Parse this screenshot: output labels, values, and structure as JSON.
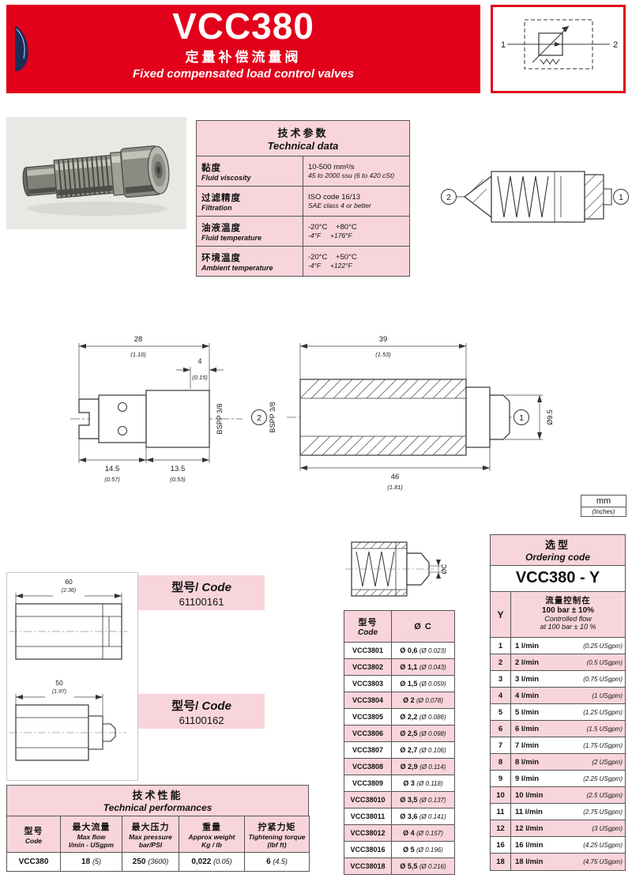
{
  "header": {
    "title": "VCC380",
    "subtitle_cn": "定量补偿流量阀",
    "subtitle_en": "Fixed compensated load control valves"
  },
  "symbol": {
    "port_left": "1",
    "port_right": "2"
  },
  "section_view": {
    "port_left": "2",
    "port_right": "1"
  },
  "technical_data": {
    "title_cn": "技术参数",
    "title_en": "Technical data",
    "rows": [
      {
        "label_cn": "黏度",
        "label_en": "Fluid viscosity",
        "line1": "10-500 mm²/s",
        "line2": "45 to 2000 ssu (6 to 420 cSt)"
      },
      {
        "label_cn": "过滤精度",
        "label_en": "Filtration",
        "line1": "ISO code 16/13",
        "line2": "SAE class 4 or better"
      },
      {
        "label_cn": "油液温度",
        "label_en": "Fluid temperature",
        "line1": "-20°C    +80°C",
        "line2": "-4°F     +176°F"
      },
      {
        "label_cn": "环境温度",
        "label_en": "Ambient temperature",
        "line1": "-20°C    +50°C",
        "line2": "-4°F     +122°F"
      }
    ]
  },
  "drawing_left": {
    "width_mm": "28",
    "width_in": "(1.10)",
    "step_mm": "4",
    "step_in": "(0.15)",
    "thread": "BSPP 3/8",
    "len1_mm": "14.5",
    "len1_in": "(0.57)",
    "len2_mm": "13.5",
    "len2_in": "(0.53)"
  },
  "drawing_right": {
    "thread_len_mm": "39",
    "thread_len_in": "(1.53)",
    "thread": "BSPP 3/8",
    "total_mm": "46",
    "total_in": "(1.81)",
    "diameter": "Ø9.5",
    "port_left": "2",
    "port_right": "1"
  },
  "units": {
    "mm": "mm",
    "inches": "(Inches)"
  },
  "sleeves": [
    {
      "dim_mm": "60",
      "dim_in": "(2.36)",
      "label_cn": "型号/",
      "label_en": " Code",
      "code": "61100161"
    },
    {
      "dim_mm": "50",
      "dim_in": "(1.97)",
      "label_cn": "型号/",
      "label_en": " Code",
      "code": "61100162"
    }
  ],
  "orifice_section": {
    "dia_label": "ØC"
  },
  "code_table": {
    "col1_cn": "型号",
    "col1_en": "Code",
    "col2": "Ø C",
    "rows": [
      {
        "code": "VCC3801",
        "dia": "Ø 0,6",
        "dia_in": "(Ø 0.023)"
      },
      {
        "code": "VCC3802",
        "dia": "Ø 1,1",
        "dia_in": "(Ø 0.043)"
      },
      {
        "code": "VCC3803",
        "dia": "Ø 1,5",
        "dia_in": "(Ø 0.059)"
      },
      {
        "code": "VCC3804",
        "dia": "Ø 2",
        "dia_in": "(Ø 0.078)"
      },
      {
        "code": "VCC3805",
        "dia": "Ø 2,2",
        "dia_in": "(Ø 0.086)"
      },
      {
        "code": "VCC3806",
        "dia": "Ø 2,5",
        "dia_in": "(Ø 0.098)"
      },
      {
        "code": "VCC3807",
        "dia": "Ø 2,7",
        "dia_in": "(Ø 0.106)"
      },
      {
        "code": "VCC3808",
        "dia": "Ø 2,9",
        "dia_in": "(Ø 0.114)"
      },
      {
        "code": "VCC3809",
        "dia": "Ø 3",
        "dia_in": "(Ø 0.118)"
      },
      {
        "code": "VCC38010",
        "dia": "Ø 3,5",
        "dia_in": "(Ø 0.137)"
      },
      {
        "code": "VCC38011",
        "dia": "Ø 3,6",
        "dia_in": "(Ø 0.141)"
      },
      {
        "code": "VCC38012",
        "dia": "Ø 4",
        "dia_in": "(Ø 0.157)"
      },
      {
        "code": "VCC38016",
        "dia": "Ø 5",
        "dia_in": "(Ø 0.196)"
      },
      {
        "code": "VCC38018",
        "dia": "Ø 5,5",
        "dia_in": "(Ø 0.216)"
      }
    ]
  },
  "ordering": {
    "title_cn": "选型",
    "title_en": "Ordering code",
    "model": "VCC380 - Y",
    "col_y": "Y",
    "col_flow_cn": "流量控制在",
    "col_flow_cond": "100 bar ± 10%",
    "col_flow_en1": "Controlled flow",
    "col_flow_en2": "at 100 bar ± 10 %",
    "rows": [
      {
        "y": "1",
        "flow": "1 l/min",
        "usgpm": "(0.25 USgpm)"
      },
      {
        "y": "2",
        "flow": "2 l/min",
        "usgpm": "(0.5 USgpm)"
      },
      {
        "y": "3",
        "flow": "3 l/min",
        "usgpm": "(0.75 USgpm)"
      },
      {
        "y": "4",
        "flow": "4 l/min",
        "usgpm": "(1 USgpm)"
      },
      {
        "y": "5",
        "flow": "5 l/min",
        "usgpm": "(1.25 USgpm)"
      },
      {
        "y": "6",
        "flow": "6 l/min",
        "usgpm": "(1.5 USgpm)"
      },
      {
        "y": "7",
        "flow": "7 l/min",
        "usgpm": "(1.75 USgpm)"
      },
      {
        "y": "8",
        "flow": "8 l/min",
        "usgpm": "(2 USgpm)"
      },
      {
        "y": "9",
        "flow": "9 l/min",
        "usgpm": "(2.25 USgpm)"
      },
      {
        "y": "10",
        "flow": "10 l/min",
        "usgpm": "(2.5 USgpm)"
      },
      {
        "y": "11",
        "flow": "11 l/min",
        "usgpm": "(2.75 USgpm)"
      },
      {
        "y": "12",
        "flow": "12 l/min",
        "usgpm": "(3 USgpm)"
      },
      {
        "y": "16",
        "flow": "16 l/min",
        "usgpm": "(4.25 USgpm)"
      },
      {
        "y": "18",
        "flow": "18 l/min",
        "usgpm": "(4.75 USgpm)"
      }
    ]
  },
  "performances": {
    "title_cn": "技术性能",
    "title_en": "Technical performances",
    "col1_cn": "型号",
    "col1_en": "Code",
    "col2_cn": "最大流量",
    "col2_en": "Max flow",
    "col2_unit": "l/min - USgpm",
    "col3_cn": "最大压力",
    "col3_en": "Max pressure",
    "col3_unit": "bar/PSI",
    "col4_cn": "重量",
    "col4_en": "Approx weight",
    "col4_unit": "Kg / lb",
    "col5_cn": "拧紧力矩",
    "col5_en": "Tightening torque (lbf ft)",
    "row": {
      "code": "VCC380",
      "flow": "18",
      "flow_us": "(5)",
      "pressure": "250",
      "pressure_psi": "(3600)",
      "weight": "0,022",
      "weight_lb": "(0.05)",
      "torque": "6",
      "torque_lb": "(4.5)"
    }
  }
}
